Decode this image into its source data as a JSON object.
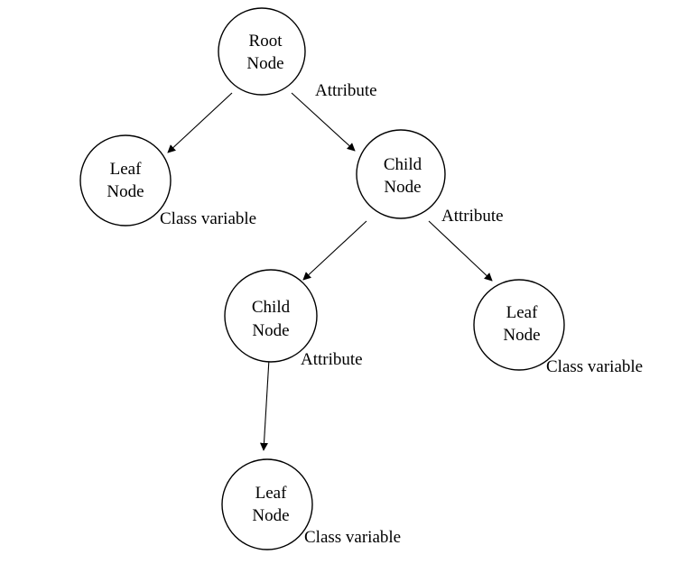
{
  "nodes": [
    {
      "id": "root",
      "line1": "Root",
      "line2": "Node"
    },
    {
      "id": "leaf-left",
      "line1": "Leaf",
      "line2": "Node"
    },
    {
      "id": "child-right",
      "line1": "Child",
      "line2": "Node"
    },
    {
      "id": "child-mid",
      "line1": "Child",
      "line2": "Node"
    },
    {
      "id": "leaf-right",
      "line1": "Leaf",
      "line2": "Node"
    },
    {
      "id": "leaf-bottom",
      "line1": "Leaf",
      "line2": "Node"
    }
  ],
  "labels": {
    "root_attr": "Attribute",
    "child_right_attr": "Attribute",
    "child_mid_attr": "Attribute",
    "leaf_left_class": "Class variable",
    "leaf_right_class": "Class variable",
    "leaf_bottom_class": "Class variable"
  },
  "colors": {
    "stroke": "#000000",
    "background": "#ffffff"
  }
}
